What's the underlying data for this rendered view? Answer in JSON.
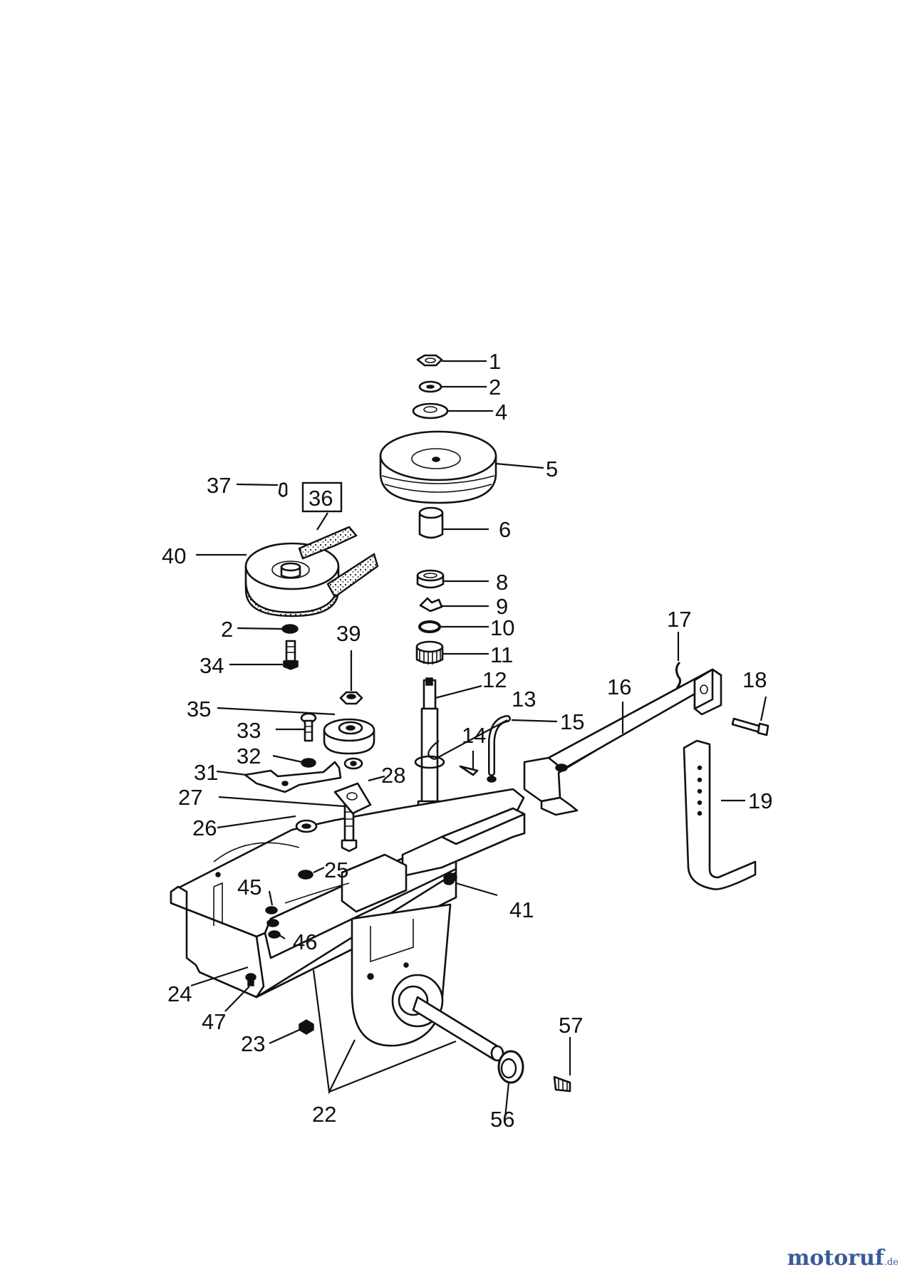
{
  "diagram": {
    "callouts": [
      "1",
      "2",
      "4",
      "5",
      "37",
      "36",
      "6",
      "40",
      "8",
      "9",
      "10",
      "2",
      "11",
      "39",
      "34",
      "17",
      "12",
      "13",
      "18",
      "16",
      "35",
      "15",
      "33",
      "14",
      "32",
      "31",
      "28",
      "19",
      "27",
      "26",
      "25",
      "45",
      "41",
      "46",
      "24",
      "47",
      "57",
      "23",
      "22",
      "56"
    ],
    "boxed_callout": "36"
  },
  "watermark": {
    "name": "motoruf",
    "tld": ".de",
    "accent_color": "#3a5a9a"
  }
}
